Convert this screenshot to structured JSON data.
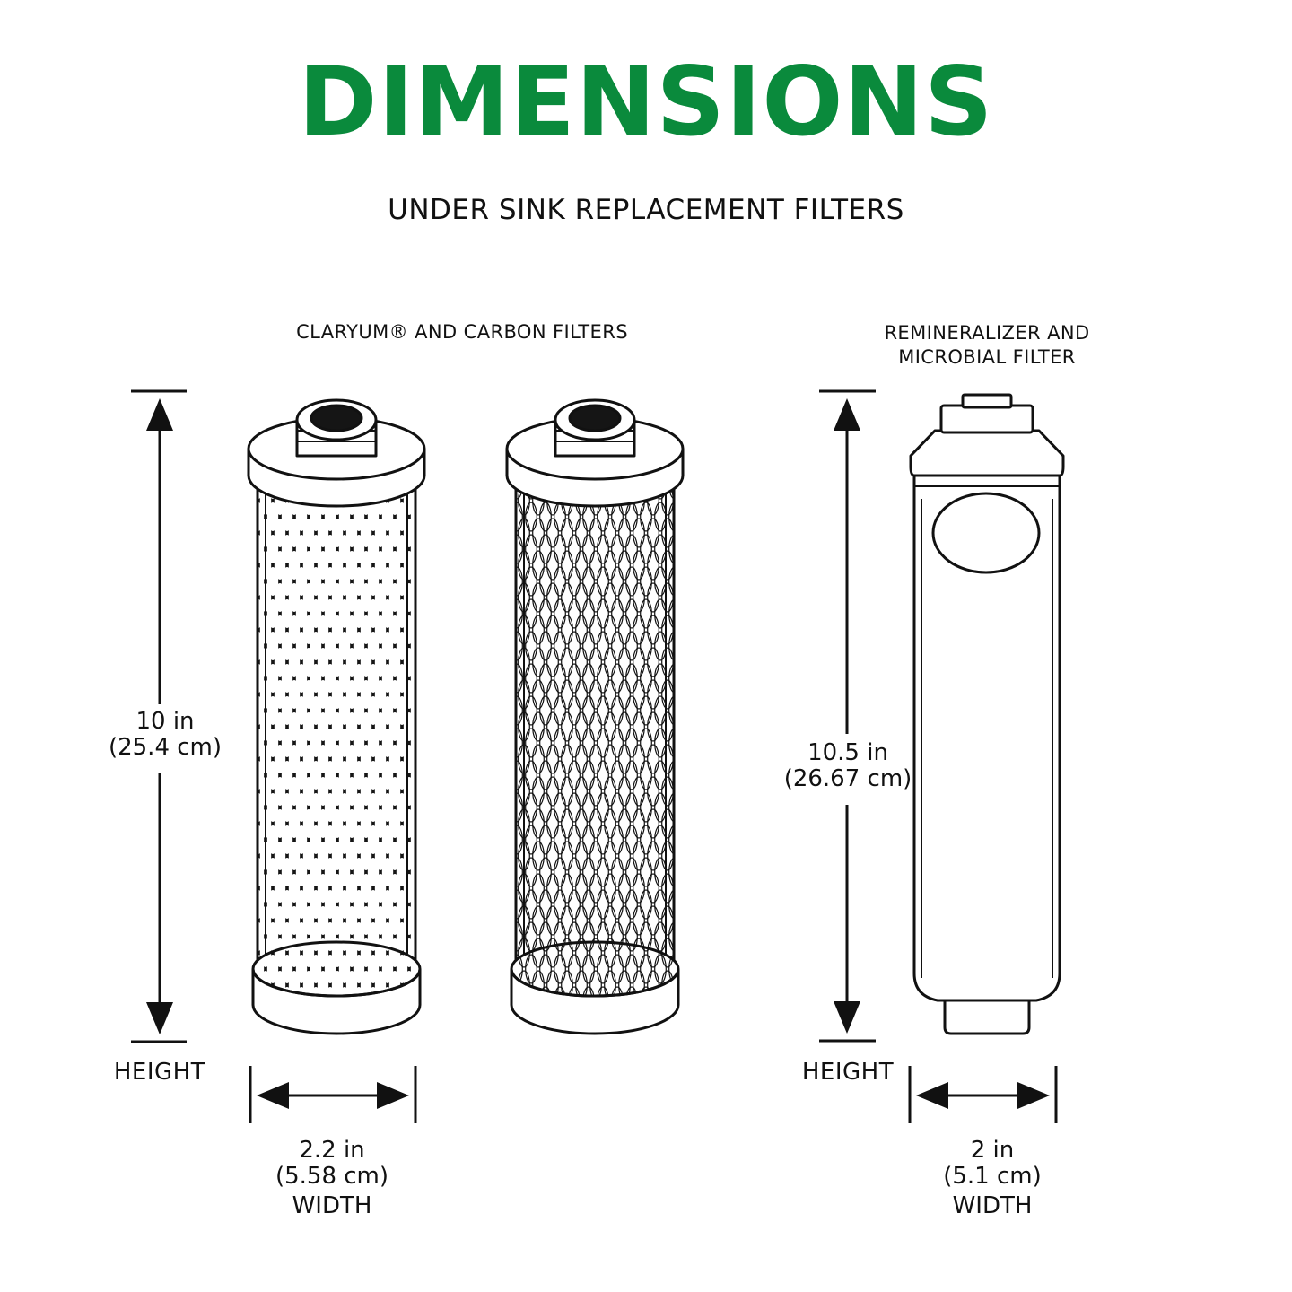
{
  "title": "DIMENSIONS",
  "subtitle": "UNDER SINK REPLACEMENT FILTERS",
  "colors": {
    "title": "#0a8a3c",
    "line": "#111111",
    "background": "#ffffff"
  },
  "groups": [
    {
      "caption_lines": [
        "CLARYUM® AND CARBON FILTERS"
      ],
      "height_value": "10 in",
      "height_metric": "(25.4 cm)",
      "height_label": "HEIGHT",
      "width_value": "2.2 in",
      "width_metric": "(5.58 cm)",
      "width_label": "WIDTH"
    },
    {
      "caption_lines": [
        "REMINERALIZER AND",
        "MICROBIAL FILTER"
      ],
      "height_value": "10.5 in",
      "height_metric": "(26.67 cm)",
      "height_label": "HEIGHT",
      "width_value": "2 in",
      "width_metric": "(5.1 cm)",
      "width_label": "WIDTH"
    }
  ]
}
